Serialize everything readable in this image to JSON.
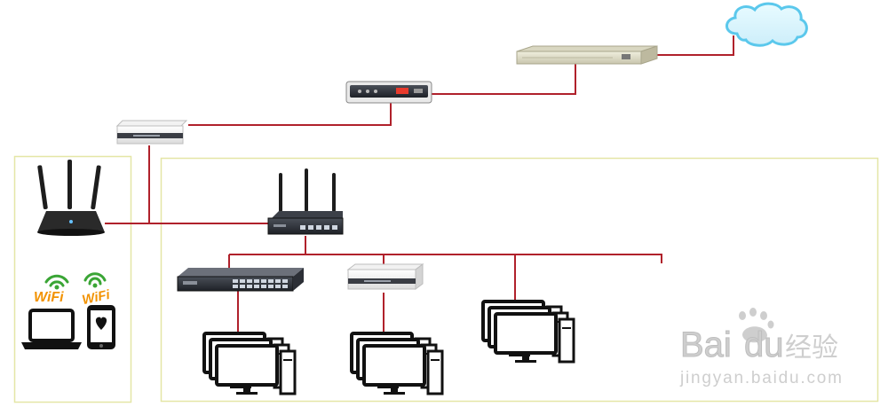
{
  "diagram": {
    "colors": {
      "link": "#b0212b",
      "zone_border": "#e4e6a6",
      "cloud": "#5bc8ec",
      "wifi_green": "#3aa535",
      "wifi_orange": "#f29200",
      "watermark": "#c9c9c9"
    },
    "nodes": [
      {
        "name": "internet-cloud",
        "icon": "cloud-icon"
      },
      {
        "name": "rack-server",
        "icon": "rack-server-icon"
      },
      {
        "name": "modem",
        "icon": "modem-icon"
      },
      {
        "name": "core-switch",
        "icon": "switch-icon"
      },
      {
        "name": "wireless-router",
        "icon": "wifi-router-icon"
      },
      {
        "name": "wired-router",
        "icon": "router-icon"
      },
      {
        "name": "rack-switch",
        "icon": "rack-switch-icon"
      },
      {
        "name": "desktop-switch",
        "icon": "switch-icon"
      },
      {
        "name": "pc-group-1",
        "icon": "desktop-computer-icon"
      },
      {
        "name": "pc-group-2",
        "icon": "desktop-computer-icon"
      },
      {
        "name": "pc-group-3",
        "icon": "desktop-computer-icon"
      },
      {
        "name": "laptop",
        "icon": "laptop-icon"
      },
      {
        "name": "smartphone",
        "icon": "smartphone-icon"
      }
    ],
    "wifi_labels": {
      "laptop": "WiFi",
      "phone": "WiFi"
    },
    "watermark": {
      "brand_latin_1": "Bai",
      "brand_latin_2": "du",
      "brand_cn": "经验",
      "url": "jingyan.baidu.com"
    }
  }
}
